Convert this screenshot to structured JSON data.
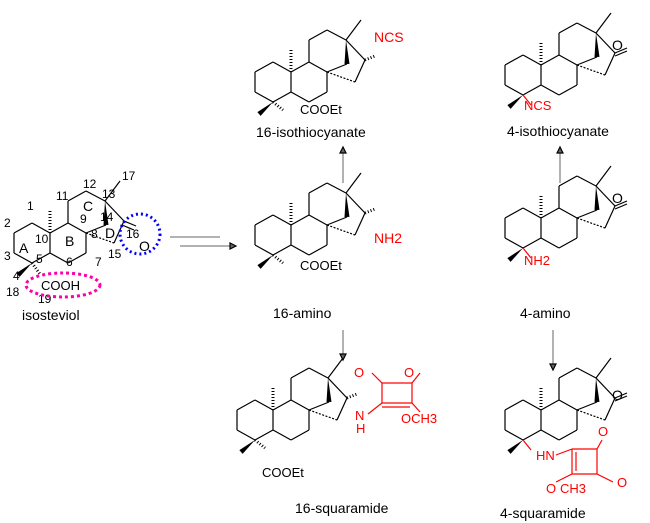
{
  "colors": {
    "bond": "#000000",
    "highlight": "#ff0000",
    "ring_d_circle": "#0000ff",
    "acid_circle": "#ff00aa",
    "arrow": "#888888"
  },
  "compounds": {
    "isosteviol": {
      "name": "isosteviol",
      "group": "COOH",
      "ketone": "O",
      "ring_letters": [
        "A",
        "B",
        "C",
        "D"
      ],
      "atom_numbers": [
        "1",
        "2",
        "3",
        "4",
        "5",
        "6",
        "7",
        "8",
        "9",
        "10",
        "11",
        "12",
        "13",
        "14",
        "15",
        "16",
        "17",
        "18",
        "19"
      ]
    },
    "iso16": {
      "name": "16-isothiocyanate",
      "group": "NCS",
      "ester": "COOEt"
    },
    "iso4": {
      "name": "4-isothiocyanate",
      "group": "NCS",
      "ketone": "O"
    },
    "amino16": {
      "name": "16-amino",
      "group": "NH2",
      "ester": "COOEt"
    },
    "amino4": {
      "name": "4-amino",
      "group": "NH2",
      "ketone": "O"
    },
    "squar16": {
      "name": "16-squaramide",
      "nh": "N",
      "h": "H",
      "o1": "O",
      "o2": "O",
      "ome": "OCH3",
      "ester": "COOEt"
    },
    "squar4": {
      "name": "4-squaramide",
      "nh": "HN",
      "o1": "O",
      "o2": "O",
      "ome": "O",
      "me": "CH3",
      "ketone": "O"
    }
  }
}
